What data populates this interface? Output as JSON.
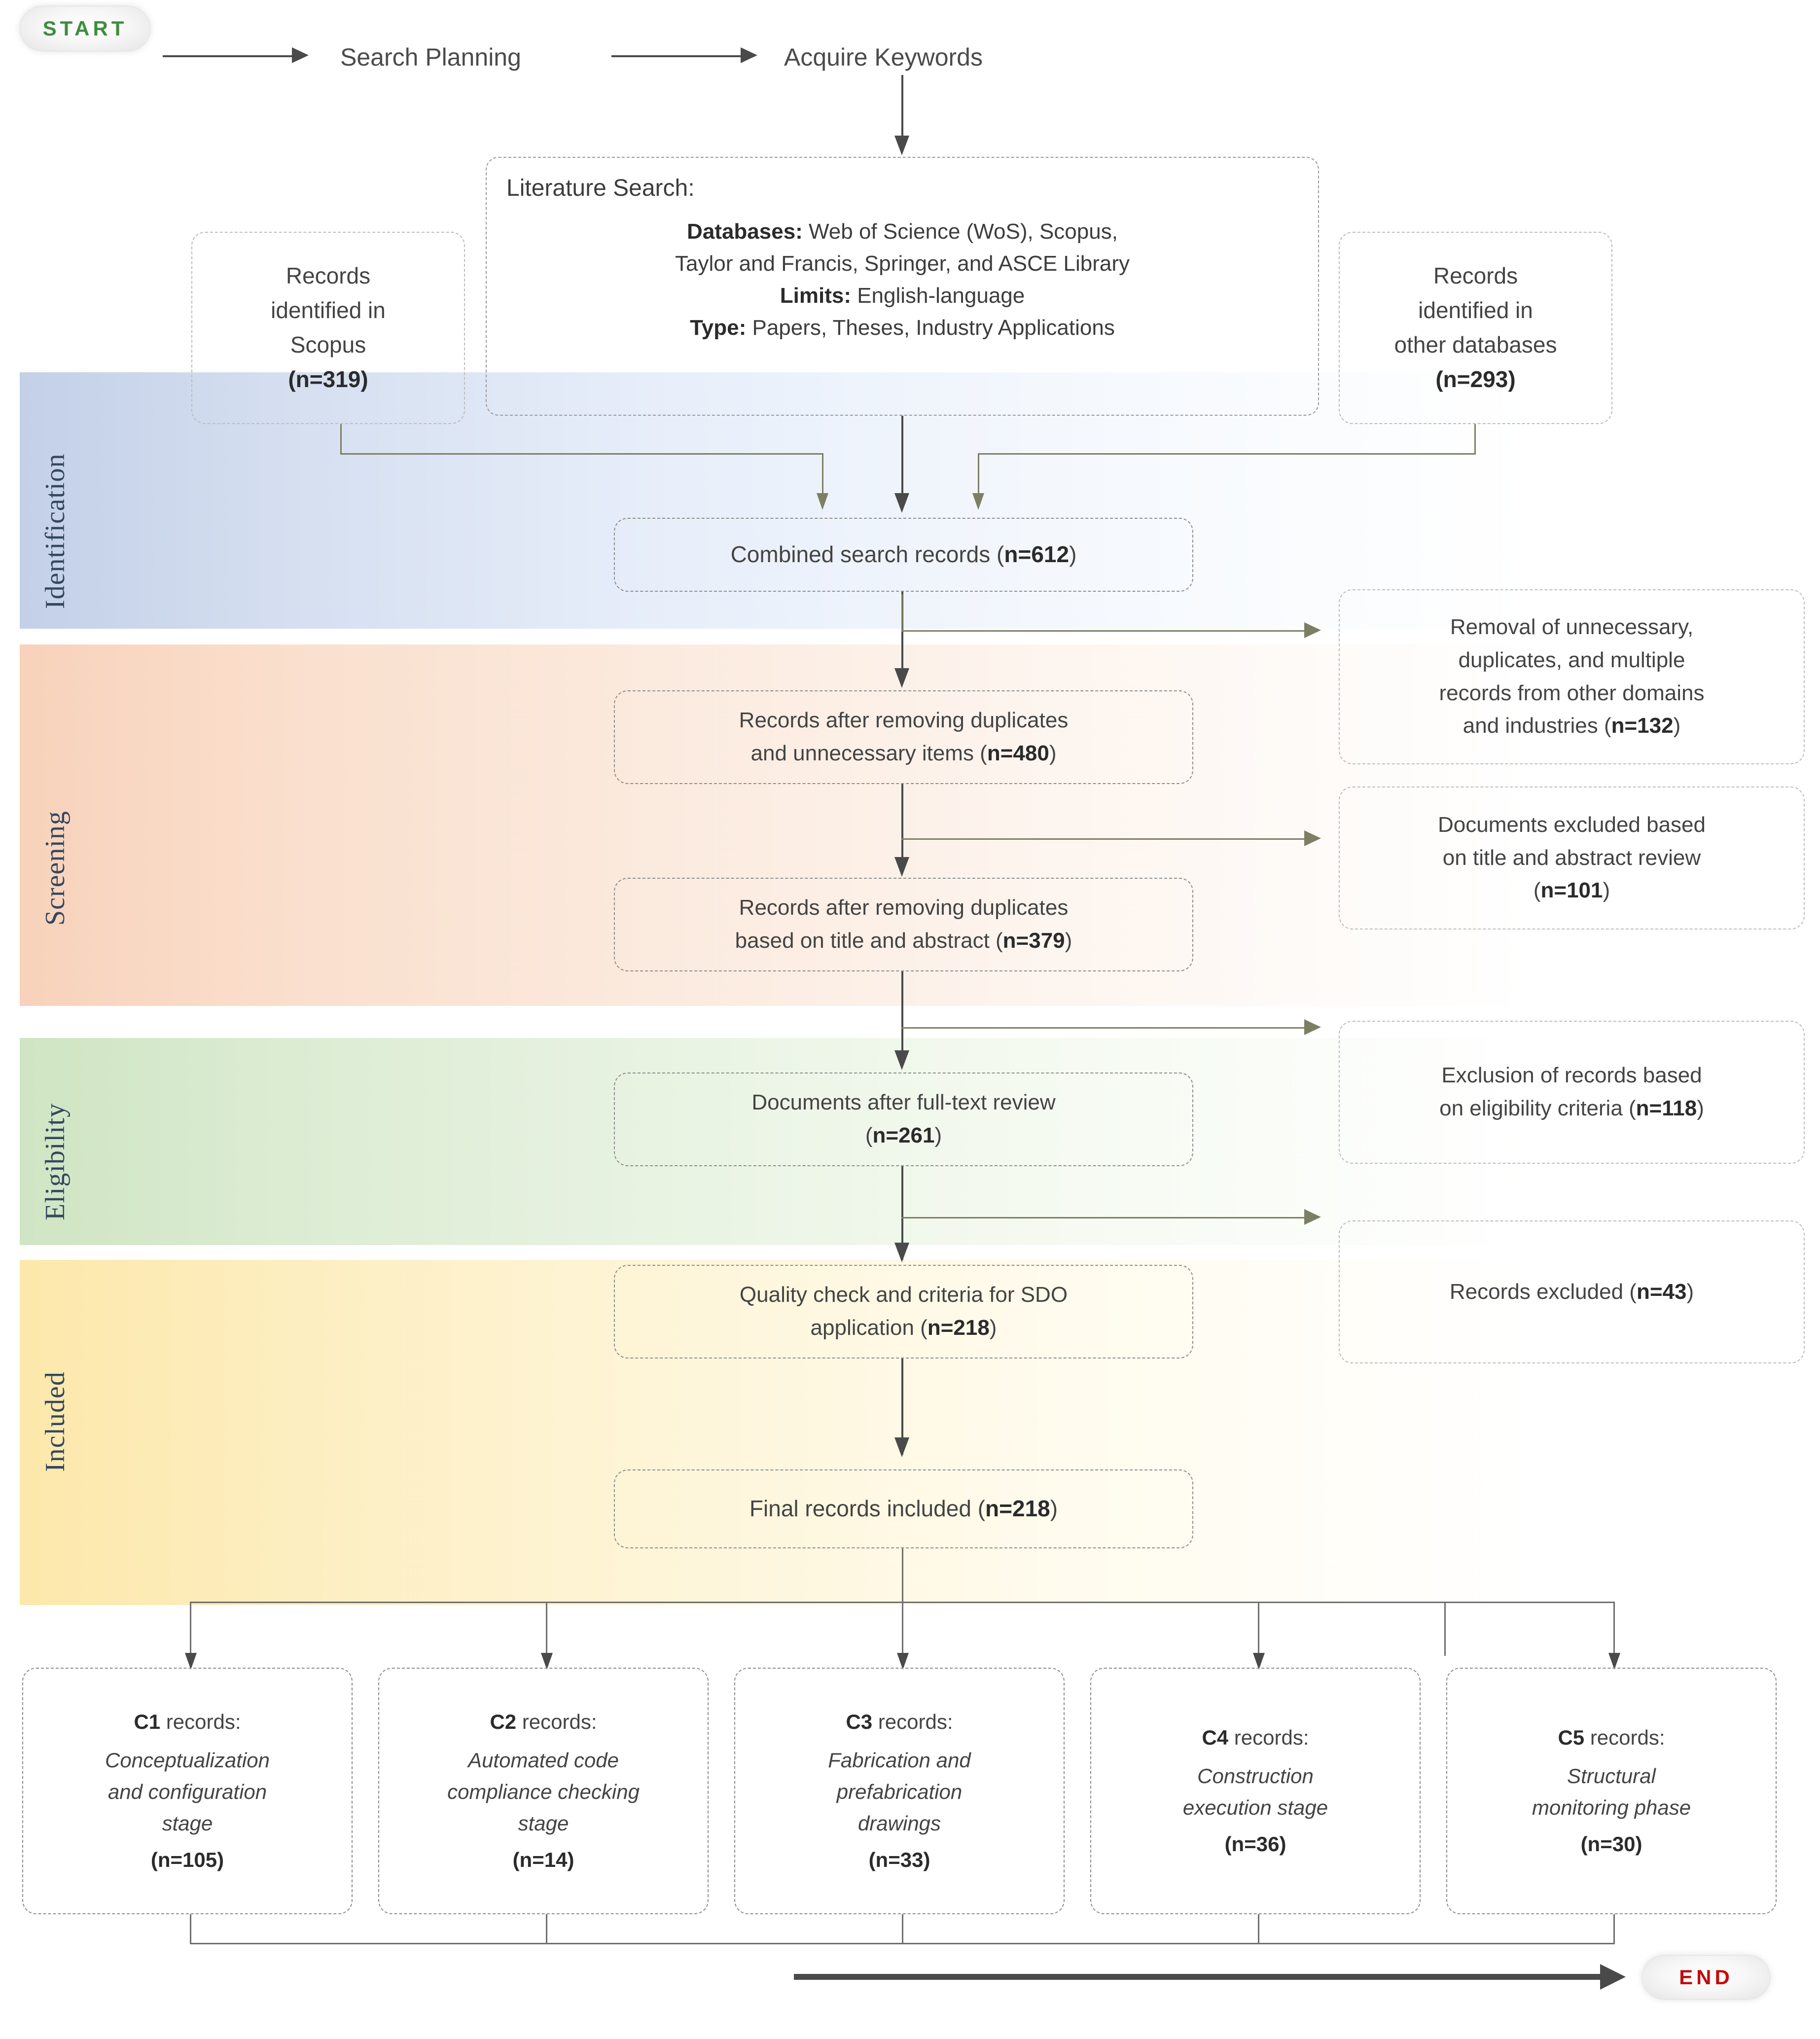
{
  "start_badge": "START",
  "end_badge": "END",
  "flow_labels": {
    "search_planning": "Search Planning",
    "acquire_keywords": "Acquire Keywords"
  },
  "literature_search": {
    "title": "Literature Search:",
    "databases_label": "Databases:",
    "databases_value": " Web of Science (WoS), Scopus,",
    "databases_line2": "Taylor and Francis, Springer, and ASCE Library",
    "limits_label": "Limits:",
    "limits_value": " English-language",
    "type_label": "Type:",
    "type_value": " Papers, Theses, Industry Applications"
  },
  "bands": [
    {
      "id": "identification",
      "label": "Identification",
      "color": "#c3d0e8"
    },
    {
      "id": "screening",
      "label": "Screening",
      "color": "#f8d2bb"
    },
    {
      "id": "eligibility",
      "label": "Eligibility",
      "color": "#cfe5c3"
    },
    {
      "id": "included",
      "label": "Included",
      "color": "#fde8ab"
    }
  ],
  "sources": {
    "scopus": {
      "line1": "Records",
      "line2": "identified in",
      "line3": "Scopus",
      "count": "(n=319)",
      "n": 319
    },
    "other": {
      "line1": "Records",
      "line2": "identified in",
      "line3": "other databases",
      "count": "(n=293)",
      "n": 293
    }
  },
  "main_nodes": {
    "combined": {
      "text": "Combined search records (",
      "bold": "n=612",
      "tail": ")",
      "n": 612
    },
    "after_dupes": {
      "line1": "Records after removing duplicates",
      "line2": "and unnecessary items (",
      "bold": "n=480",
      "tail": ")",
      "n": 480
    },
    "after_title_abstract": {
      "line1": "Records after removing duplicates",
      "line2": "based on title and abstract (",
      "bold": "n=379",
      "tail": ")",
      "n": 379
    },
    "fulltext": {
      "line1": "Documents after full-text review",
      "line2": "(",
      "bold": "n=261",
      "tail": ")",
      "n": 261
    },
    "quality": {
      "line1": "Quality check and criteria for SDO",
      "line2": "application (",
      "bold": "n=218",
      "tail": ")",
      "n": 218
    },
    "final": {
      "text": "Final records included (",
      "bold": "n=218",
      "tail": ")",
      "n": 218
    }
  },
  "exclusions": {
    "removal": {
      "line1": "Removal of unnecessary,",
      "line2": "duplicates, and multiple",
      "line3": "records from other domains",
      "line4": "and industries (",
      "bold": "n=132",
      "tail": ")",
      "n": 132
    },
    "title_abstract": {
      "line1": "Documents excluded based",
      "line2": "on title and abstract review",
      "line3": "(",
      "bold": "n=101",
      "tail": ")",
      "n": 101
    },
    "eligibility": {
      "line1": "Exclusion of records based",
      "line2": "on eligibility criteria (",
      "bold": "n=118",
      "tail": ")",
      "n": 118
    },
    "records_excluded": {
      "line1": "Records excluded (",
      "bold": "n=43",
      "tail": ")",
      "n": 43
    }
  },
  "categories": [
    {
      "code": "C1",
      "head_tail": " records:",
      "desc": [
        "Conceptualization",
        "and configuration",
        "stage"
      ],
      "count": "(n=105)",
      "n": 105
    },
    {
      "code": "C2",
      "head_tail": " records:",
      "desc": [
        "Automated code",
        "compliance checking",
        "stage"
      ],
      "count": "(n=14)",
      "n": 14
    },
    {
      "code": "C3",
      "head_tail": " records:",
      "desc": [
        "Fabrication and",
        "prefabrication",
        "drawings"
      ],
      "count": "(n=33)",
      "n": 33
    },
    {
      "code": "C4",
      "head_tail": " records:",
      "desc": [
        "Construction",
        "execution stage"
      ],
      "count": "(n=36)",
      "n": 36
    },
    {
      "code": "C5",
      "head_tail": " records:",
      "desc": [
        "Structural",
        "monitoring phase"
      ],
      "count": "(n=30)",
      "n": 30
    }
  ],
  "colors": {
    "start_text": "#3f8c3f",
    "end_text": "#c20d0d",
    "arrow": "#4a4a4a",
    "arrow_secondary": "#7d7f63",
    "band_label": "#34485f"
  }
}
